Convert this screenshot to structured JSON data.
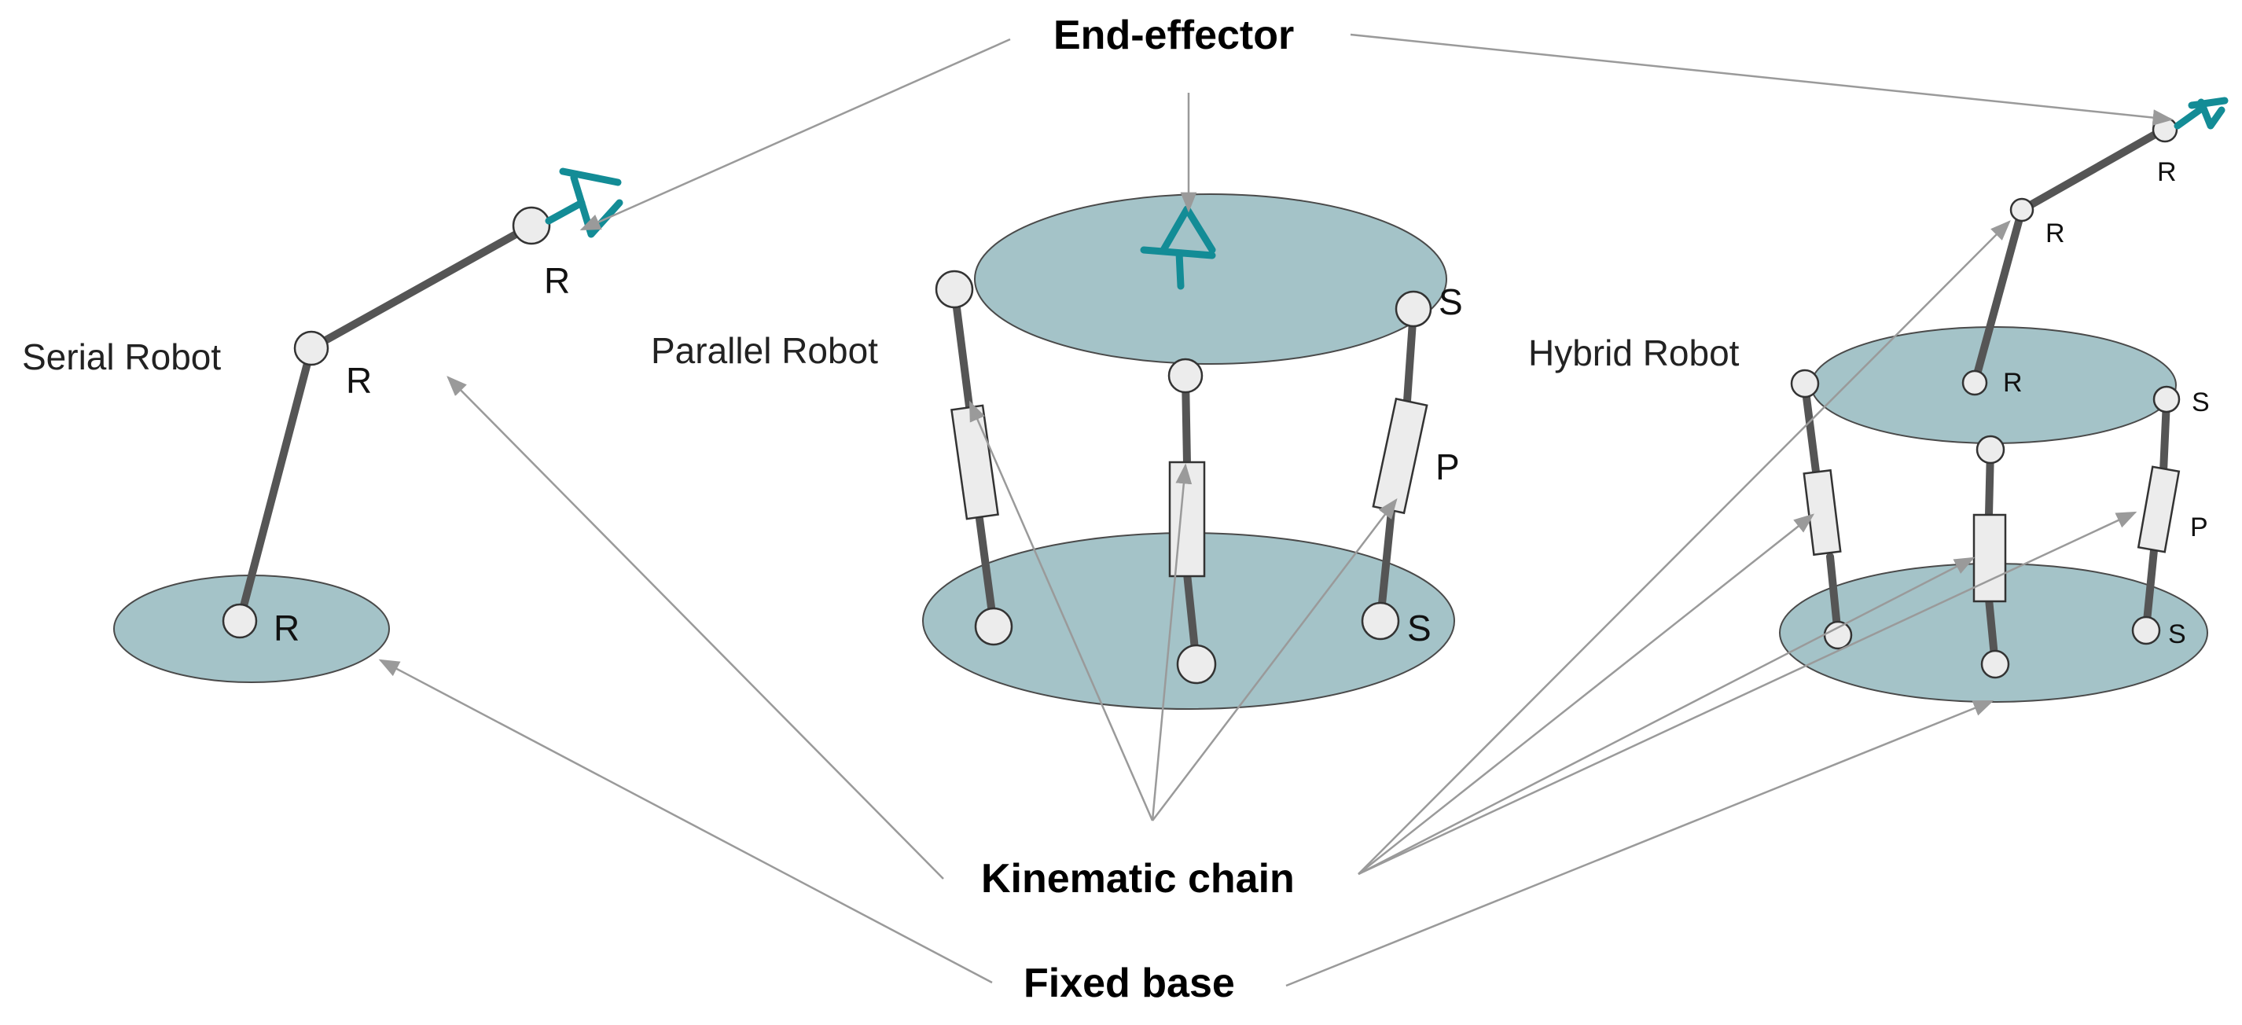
{
  "colors": {
    "platform_fill": "#a4c3c8",
    "platform_stroke": "#4a4a4a",
    "link": "#555555",
    "joint_fill": "#ececec",
    "joint_stroke": "#333333",
    "actuator_fill": "#ececec",
    "effector": "#138c96",
    "arrow": "#9a9a9a"
  },
  "callouts": {
    "end_effector": "End-effector",
    "kinematic_chain": "Kinematic chain",
    "fixed_base": "Fixed base"
  },
  "serial": {
    "title": "Serial Robot",
    "joint_labels": [
      "R",
      "R",
      "R"
    ]
  },
  "parallel": {
    "title": "Parallel Robot",
    "joint_labels": {
      "top_right": "S",
      "prismatic": "P",
      "bottom_right": "S"
    }
  },
  "hybrid": {
    "title": "Hybrid Robot",
    "joint_labels": {
      "tip": "R",
      "elbow": "R",
      "arm_base": "R",
      "top_right": "S",
      "prismatic": "P",
      "bottom_right": "S"
    }
  }
}
